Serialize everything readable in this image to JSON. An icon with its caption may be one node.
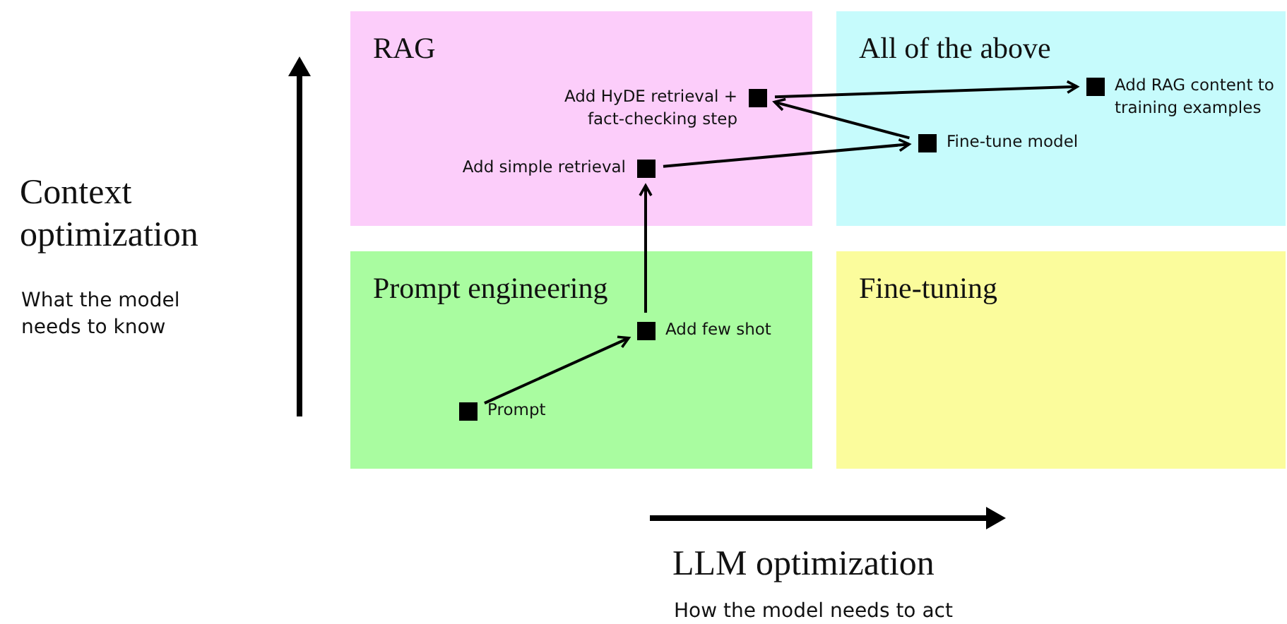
{
  "diagram": {
    "nodes": [
      {
        "text": [
          "RAG"
        ]
      },
      {
        "text": [
          "All of the above"
        ]
      },
      {
        "text": [
          "Prompt engineering"
        ]
      },
      {
        "text": [
          "Fine-tuning"
        ]
      },
      {
        "text": [],
        "shape": "box",
        "beside": [
          "Add HyDE retrieval + fact-checking step"
        ],
        "in": 0
      },
      {
        "text": [],
        "shape": "box",
        "beside": [
          "Add RAG content to training examples"
        ],
        "in": 1
      },
      {
        "text": [],
        "shape": "box",
        "beside": [
          "Fine-tune model"
        ],
        "in": 1
      },
      {
        "text": [],
        "shape": "box",
        "beside": [
          "Add simple retrieval"
        ],
        "in": 0
      },
      {
        "text": [],
        "shape": "box",
        "beside": [
          "Add few shot"
        ],
        "in": 2
      },
      {
        "text": [],
        "shape": "box",
        "beside": [
          "Prompt"
        ],
        "in": 2
      }
    ],
    "edges": [
      {
        "from": 9,
        "to": 8,
        "arrow": "to"
      },
      {
        "from": 8,
        "to": 7,
        "arrow": "to"
      },
      {
        "from": 7,
        "to": 6,
        "arrow": "to"
      },
      {
        "from": 6,
        "to": 4,
        "arrow": "to"
      },
      {
        "from": 4,
        "to": 5,
        "arrow": "to"
      }
    ],
    "labels": [
      "Context optimization",
      "What the model needs to know",
      "LLM optimization",
      "How the model needs to act"
    ]
  }
}
